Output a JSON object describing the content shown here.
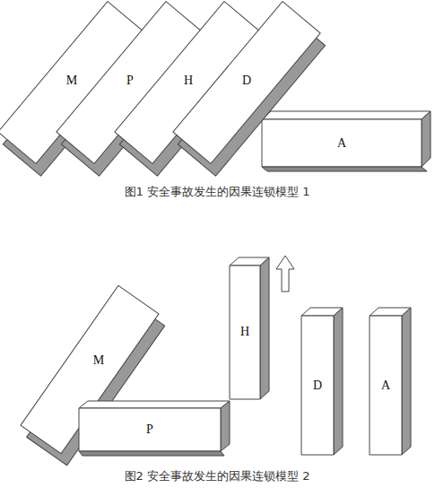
{
  "diagram": {
    "nodes": [
      {
        "text": [
          "M"
        ]
      },
      {
        "text": [
          "P"
        ]
      },
      {
        "text": [
          "H"
        ]
      },
      {
        "text": [
          "D"
        ]
      },
      {
        "text": [
          "A"
        ]
      },
      {
        "text": [
          "M"
        ]
      },
      {
        "text": [
          "P"
        ]
      },
      {
        "text": [
          "H"
        ]
      },
      {
        "text": [
          "D"
        ]
      },
      {
        "text": [
          "A"
        ]
      }
    ],
    "labels": [
      "图1 安全事故发生的因果连锁模型 1",
      "图2 安全事故发生的因果连锁模型 2"
    ]
  }
}
